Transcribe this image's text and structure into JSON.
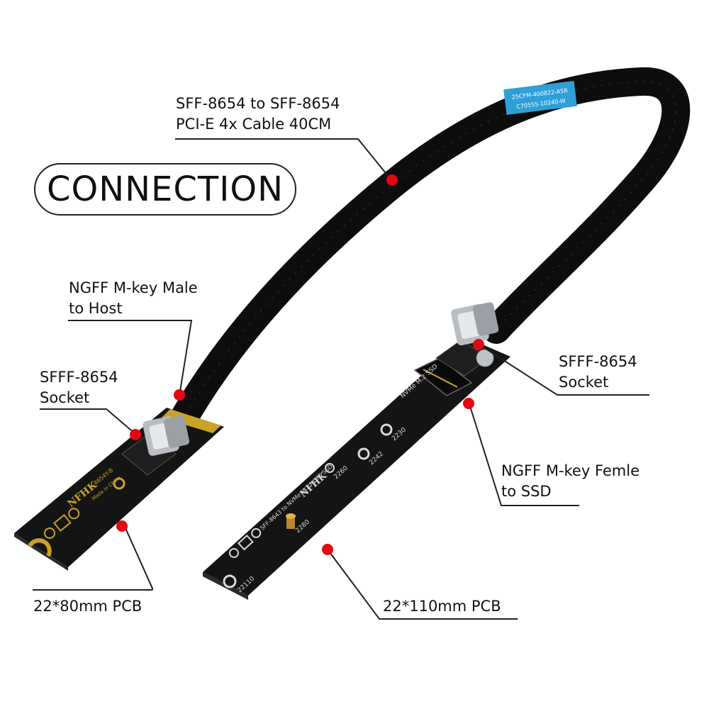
{
  "title": "CONNECTION",
  "callouts": {
    "cable": [
      "SFF-8654 to SFF-8654",
      "PCI-E 4x Cable 40CM"
    ],
    "host_edge": [
      "NGFF M-key Male",
      "to Host"
    ],
    "left_socket": [
      "SFFF-8654",
      "Socket"
    ],
    "right_socket": [
      "SFFF-8654",
      "Socket"
    ],
    "ssd_slot": [
      "NGFF M-key Femle",
      "to SSD"
    ],
    "pcb_short": [
      "22*80mm PCB"
    ],
    "pcb_long": [
      "22*110mm PCB"
    ]
  },
  "cable_sticker": [
    "25CFM-400822-A5R",
    "C70555-10240-W"
  ],
  "right_board_text": [
    "NVMe M.2 SSD",
    "2230",
    "2242",
    "2260",
    "2280",
    "22110",
    "SFF-8643 to NVMe M.2 NGFF SSD",
    "NFHK"
  ],
  "left_board_text": [
    "NFHK",
    "N-8654Y-B",
    "Made in China"
  ],
  "colors": {
    "marker": "#e30613",
    "pcb": "#141414",
    "gold": "#c9a227",
    "sticker": "#2f9fd8",
    "leader": "#222222"
  }
}
